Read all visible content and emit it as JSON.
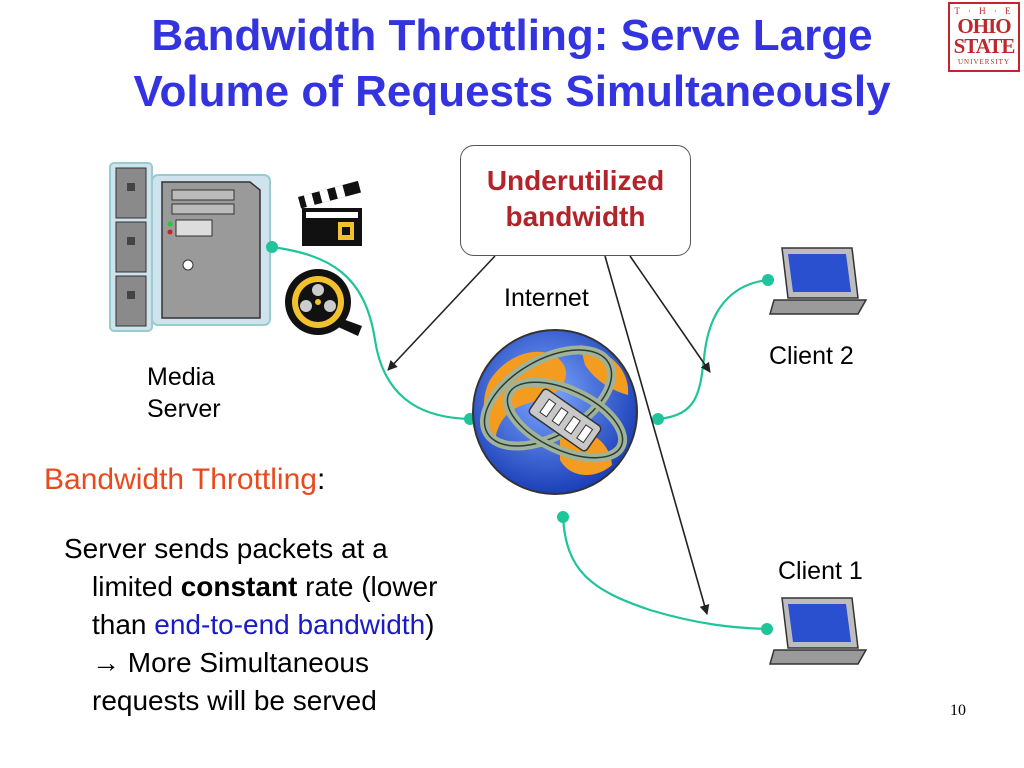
{
  "slide": {
    "title_line1": "Bandwidth Throttling: Serve Large",
    "title_line2": "Volume of Requests Simultaneously",
    "logo": {
      "top": "T · H · E",
      "line1": "OHIO",
      "line2": "STATE",
      "line3": "UNIVERSITY"
    },
    "callout": {
      "line1": "Underutilized",
      "line2": "bandwidth"
    },
    "labels": {
      "internet": "Internet",
      "media_server_line1": "Media",
      "media_server_line2": "Server",
      "client2": "Client 2",
      "client1": "Client 1"
    },
    "subhead": {
      "text": "Bandwidth Throttling",
      "colon": ":"
    },
    "body": {
      "l1": "Server sends packets at a",
      "l2a": "limited ",
      "l2b": "constant",
      "l2c": " rate (lower",
      "l3a": "than ",
      "l3b": "end-to-end bandwidth",
      "l3c": ")",
      "l4": "→ More Simultaneous",
      "l5": "requests will be served"
    },
    "slide_number": "10"
  },
  "colors": {
    "title": "#3333e0",
    "callout_text": "#b2232a",
    "subhead": "#e84a1c",
    "link": "#1a1ac8",
    "connector": "#1ec49a"
  }
}
